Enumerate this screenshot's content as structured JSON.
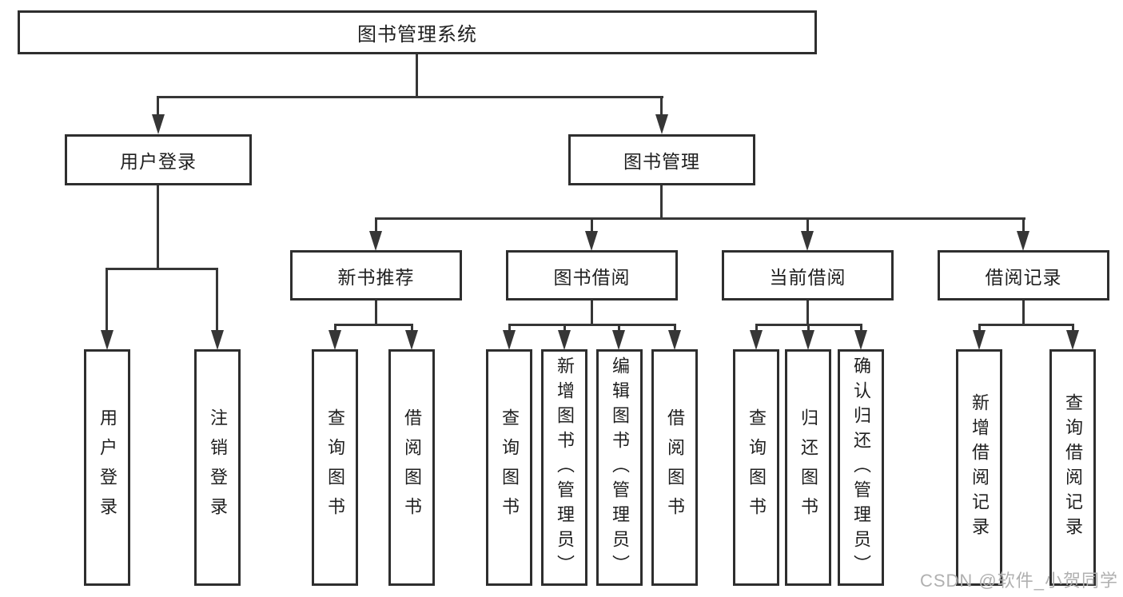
{
  "title": {
    "label": "图书管理系统"
  },
  "level2": [
    {
      "label": "用户登录"
    },
    {
      "label": "图书管理"
    }
  ],
  "level3": [
    {
      "label": "新书推荐"
    },
    {
      "label": "图书借阅"
    },
    {
      "label": "当前借阅"
    },
    {
      "label": "借阅记录"
    }
  ],
  "leaves": {
    "user": [
      {
        "label": "用户登录"
      },
      {
        "label": "注销登录"
      }
    ],
    "recommend": [
      {
        "label": "查询图书"
      },
      {
        "label": "借阅图书"
      }
    ],
    "borrow": [
      {
        "label": "查询图书"
      },
      {
        "label": "新增图书（管理员）"
      },
      {
        "label": "编辑图书（管理员）"
      },
      {
        "label": "借阅图书"
      }
    ],
    "current": [
      {
        "label": "查询图书"
      },
      {
        "label": "归还图书"
      },
      {
        "label": "确认归还（管理员）"
      }
    ],
    "records": [
      {
        "label": "新增借阅记录"
      },
      {
        "label": "查询借阅记录"
      }
    ]
  },
  "watermark": "CSDN @软件_小贺同学",
  "colors": {
    "line": "#363636",
    "border": "#2e2e2e",
    "text": "#1f1f1f",
    "watermark": "#b0b0b0",
    "background": "#ffffff"
  }
}
